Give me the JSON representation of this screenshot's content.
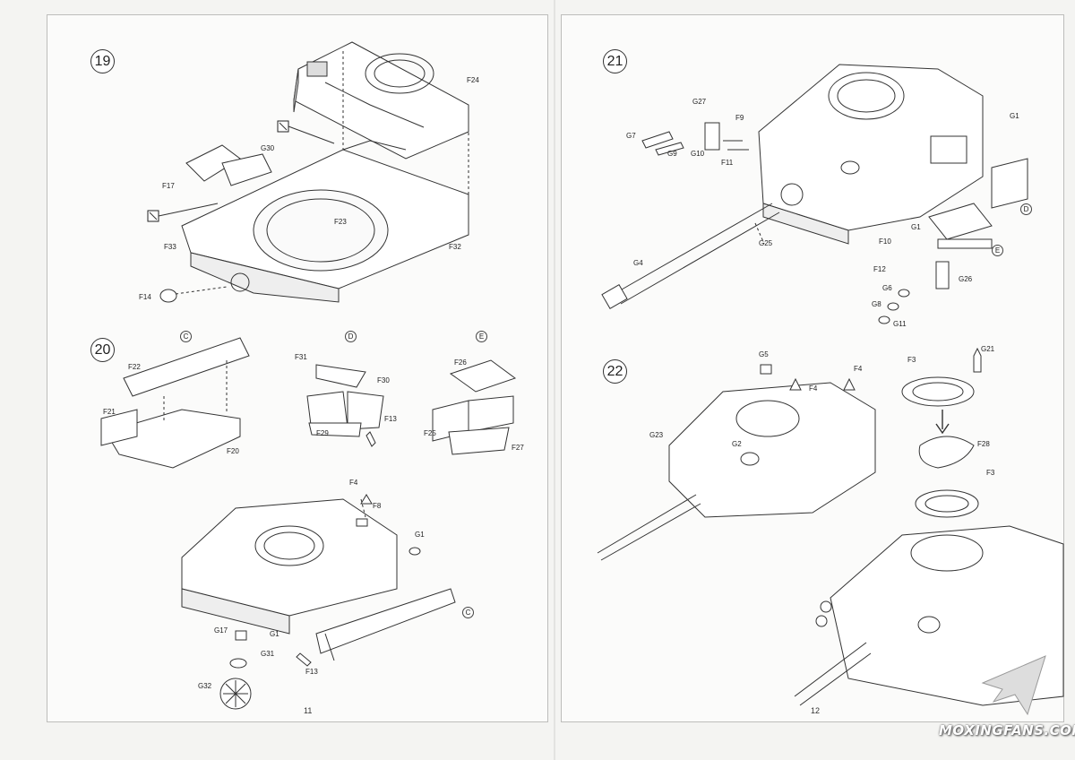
{
  "pages": [
    {
      "page_number": "11"
    },
    {
      "page_number": "12"
    }
  ],
  "steps": {
    "s19": {
      "number": "19",
      "parts": {
        "f24": "F24",
        "g30": "G30",
        "f17": "F17",
        "f23": "F23",
        "f33": "F33",
        "f32": "F32",
        "f14": "F14"
      }
    },
    "s20": {
      "number": "20",
      "subs": {
        "c": "C",
        "d": "D",
        "e": "E",
        "c2": "C"
      },
      "parts": {
        "f22": "F22",
        "f21": "F21",
        "f20": "F20",
        "f31": "F31",
        "f30": "F30",
        "f29": "F29",
        "f13a": "F13",
        "f26": "F26",
        "f25": "F25",
        "f27": "F27",
        "f4": "F4",
        "f8": "F8",
        "g1a": "G1",
        "g17": "G17",
        "g1b": "G1",
        "g31": "G31",
        "f13b": "F13",
        "g32": "G32"
      }
    },
    "s21": {
      "number": "21",
      "subs": {
        "d": "D",
        "e": "E"
      },
      "parts": {
        "g27": "G27",
        "f9": "F9",
        "g7": "G7",
        "g9": "G9",
        "g10": "G10",
        "f11": "F11",
        "g1": "G1",
        "g4": "G4",
        "g25": "G25",
        "g1b": "G1",
        "f10": "F10",
        "f12": "F12",
        "g26": "G26",
        "g6": "G6",
        "g8": "G8",
        "g11": "G11"
      }
    },
    "s22": {
      "number": "22",
      "parts": {
        "g5": "G5",
        "f4a": "F4",
        "f4b": "F4",
        "g21": "G21",
        "f3a": "F3",
        "g23": "G23",
        "g2": "G2",
        "f28": "F28",
        "f3b": "F3"
      }
    }
  },
  "watermark": {
    "text": "MOXINGFANS.COM"
  }
}
